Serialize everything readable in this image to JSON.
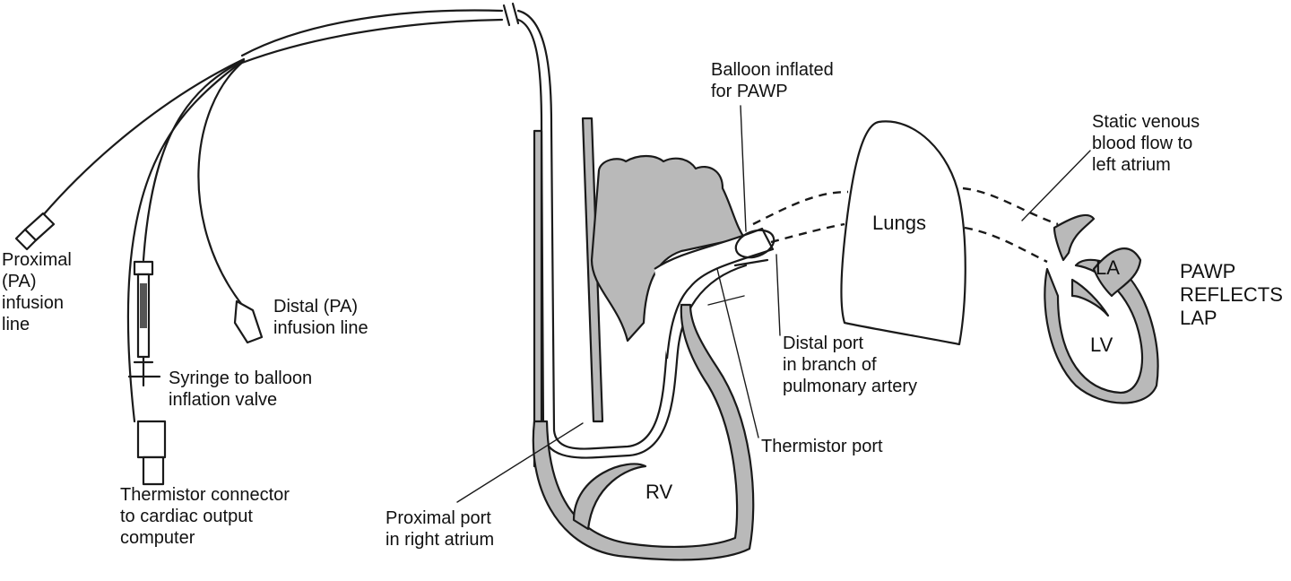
{
  "labels": {
    "balloon_inflated": "Balloon inflated\nfor PAWP",
    "static_venous": "Static venous\nblood flow to\nleft atrium",
    "lungs": "Lungs",
    "la": "LA",
    "lv": "LV",
    "pawp_reflects": "PAWP\nREFLECTS\nLAP",
    "proximal_pa_line": "Proximal\n(PA)\ninfusion\nline",
    "distal_pa_line": "Distal (PA)\ninfusion line",
    "syringe": "Syringe to balloon\ninflation valve",
    "distal_port": "Distal port\nin branch of\npulmonary artery",
    "thermistor_port": "Thermistor port",
    "thermistor_connector": "Thermistor connector\nto cardiac output\ncomputer",
    "proximal_port": "Proximal port\nin right atrium",
    "rv": "RV"
  },
  "colors": {
    "line": "#1a1a1a",
    "heart_wall": "#b9b9b9",
    "background": "#ffffff"
  }
}
